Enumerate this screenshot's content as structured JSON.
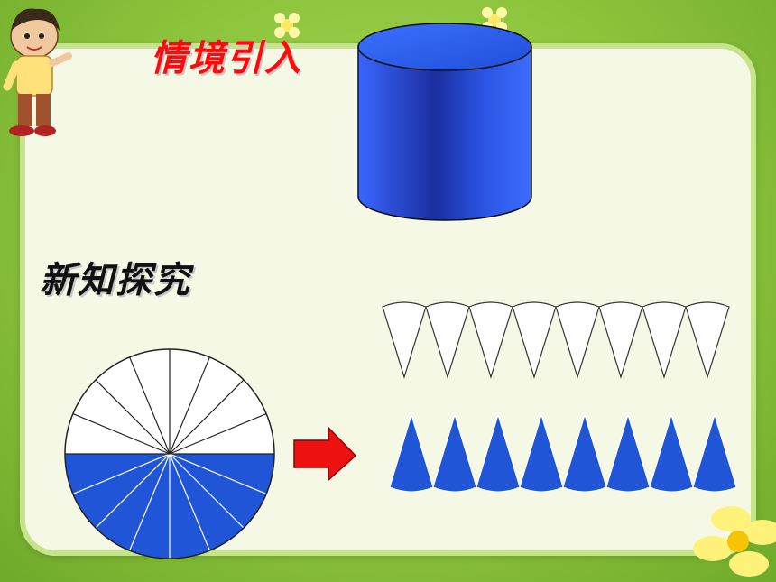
{
  "slide": {
    "heading_intro": "情境引入",
    "heading_explore": "新知探究"
  },
  "colors": {
    "blue": "#1f55d6",
    "red_title": "#ff0a0a",
    "arrow_red": "#ee1111",
    "green_bg": "#8cc43c"
  },
  "figures": {
    "circle_sectors": 16,
    "white_wedges": 8,
    "blue_wedges": 8
  }
}
